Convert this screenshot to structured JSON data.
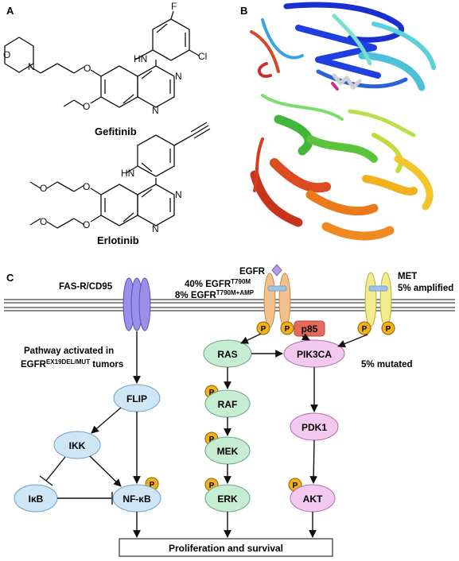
{
  "panels": {
    "a": "A",
    "b": "B",
    "c": "C"
  },
  "molecules": {
    "gefitinib": {
      "name": "Gefitinib",
      "atoms": {
        "nh": "HN",
        "f": "F",
        "cl": "Cl",
        "n1": "N",
        "n2": "N",
        "o_morph": "O",
        "n_morph": "N",
        "o_ether1": "O",
        "o_ether2": "O"
      }
    },
    "erlotinib": {
      "name": "Erlotinib",
      "atoms": {
        "nh": "HN",
        "n1": "N",
        "n2": "N",
        "o1": "O",
        "o2": "O",
        "o3": "O",
        "o4": "O"
      }
    }
  },
  "pathway": {
    "fas_label": "FAS-R/CD95",
    "egfr": {
      "title": "EGFR",
      "line1_main": "40% EGFR",
      "line1_sup": "T790M",
      "line2_main": "8% EGFR",
      "line2_sup": "T790M+AMP"
    },
    "met": {
      "title": "MET",
      "sub": "5% amplified"
    },
    "p85": "p85",
    "phospho": "P",
    "activated_note": {
      "line1": "Pathway activated in",
      "line2_main": "EGFR",
      "line2_sup": "EX19DEL/MUT",
      "line2_tail": " tumors"
    },
    "pik3ca_note": "5% mutated",
    "nodes": {
      "flip": "FLIP",
      "ikk": "IKK",
      "ikb": "IκB",
      "nfkb": "NF-κB",
      "ras": "RAS",
      "raf": "RAF",
      "mek": "MEK",
      "erk": "ERK",
      "pik3ca": "PIK3CA",
      "pdk1": "PDK1",
      "akt": "AKT"
    },
    "output": "Proliferation and survival"
  },
  "colors": {
    "fas_receptor": "#9b8fe8",
    "egfr_receptor": "#f4c08e",
    "met_receptor": "#f3ec8c",
    "left_nodes": "#cfe6f7",
    "ras_nodes": "#c6ecd2",
    "pi3k_nodes": "#f3c9ef",
    "phospho": "#f2b117",
    "p85": "#e66a5c"
  }
}
